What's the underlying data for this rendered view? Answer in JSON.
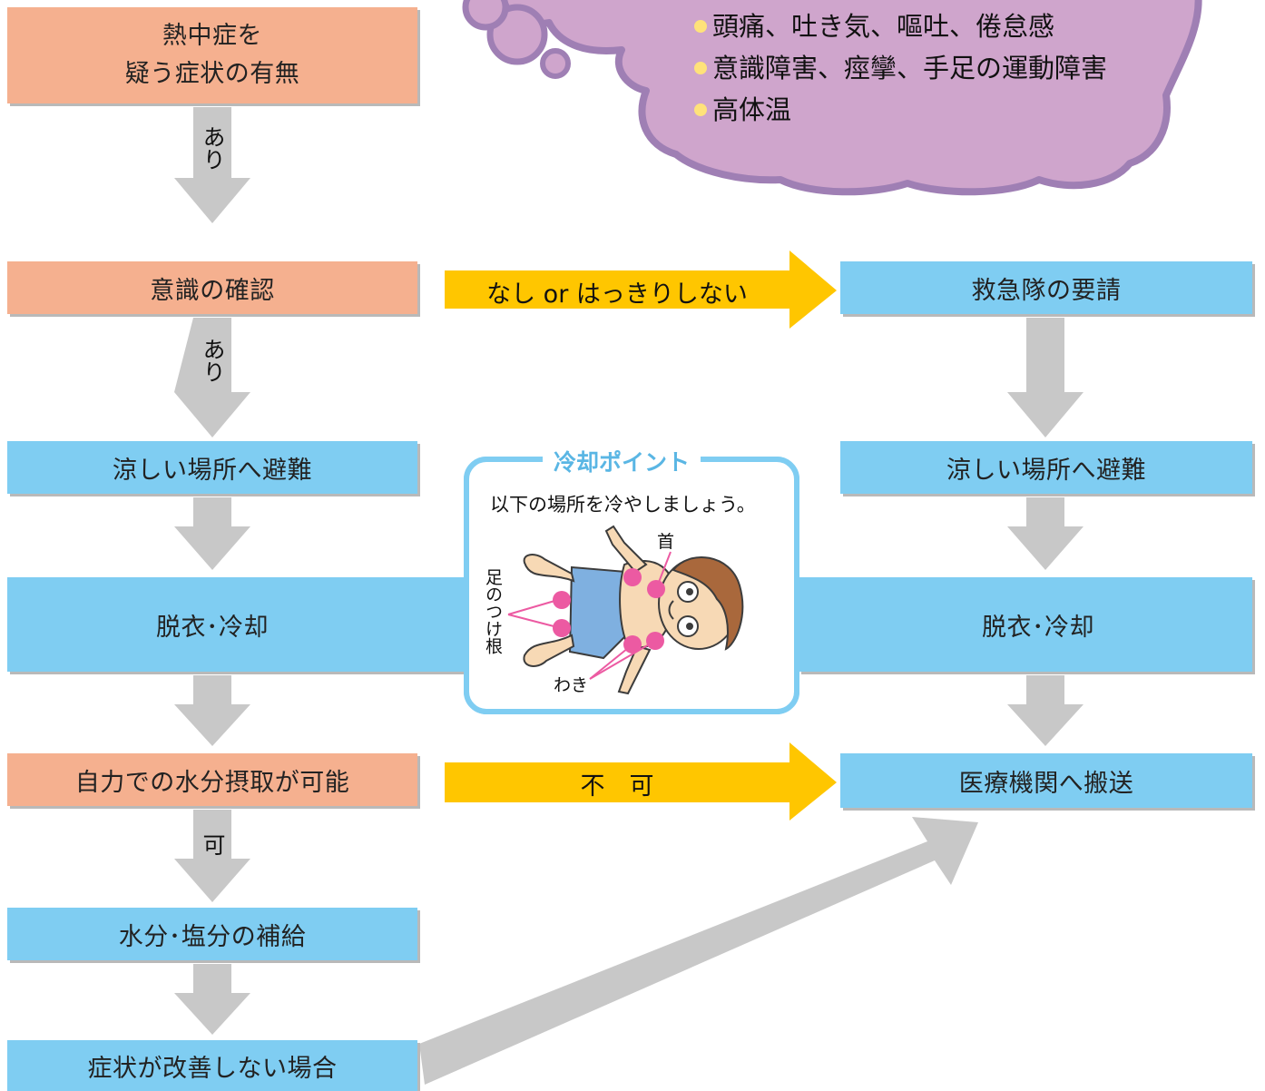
{
  "nodes": {
    "suspect_line1": "熱中症を",
    "suspect_line2": "疑う症状の有無",
    "conscious": "意識の確認",
    "cool_place_left": "涼しい場所へ避難",
    "undress_left": "脱衣･冷却",
    "drink": "自力での水分摂取が可能",
    "replenish": "水分･塩分の補給",
    "not_improved": "症状が改善しない場合",
    "ambulance": "救急隊の要請",
    "cool_place_right": "涼しい場所へ避難",
    "undress_right": "脱衣･冷却",
    "transport": "医療機関へ搬送"
  },
  "arrows": {
    "yes1": "あり",
    "yes2": "あり",
    "ok": "可",
    "none_unclear": "なし or はっきりしない",
    "not_ok": "不　可"
  },
  "symptoms": [
    "頭痛、吐き気、嘔吐、倦怠感",
    "意識障害、痙攣、手足の運動障害",
    "高体温"
  ],
  "cooling": {
    "title": "冷却ポイント",
    "instruction": "以下の場所を冷やしましょう。",
    "neck": "首",
    "groin": "足のつけ根",
    "armpit": "わき"
  },
  "colors": {
    "orange_box": "#f5b08f",
    "blue_box": "#7fcdf2",
    "yellow_arrow": "#ffc600",
    "gray_arrow": "#c8c8c8",
    "cloud": "#cfa5cc",
    "cloud_border": "#9f7fb4",
    "cooling_border": "#7fcdf2",
    "pink_point": "#ec5aa2"
  }
}
